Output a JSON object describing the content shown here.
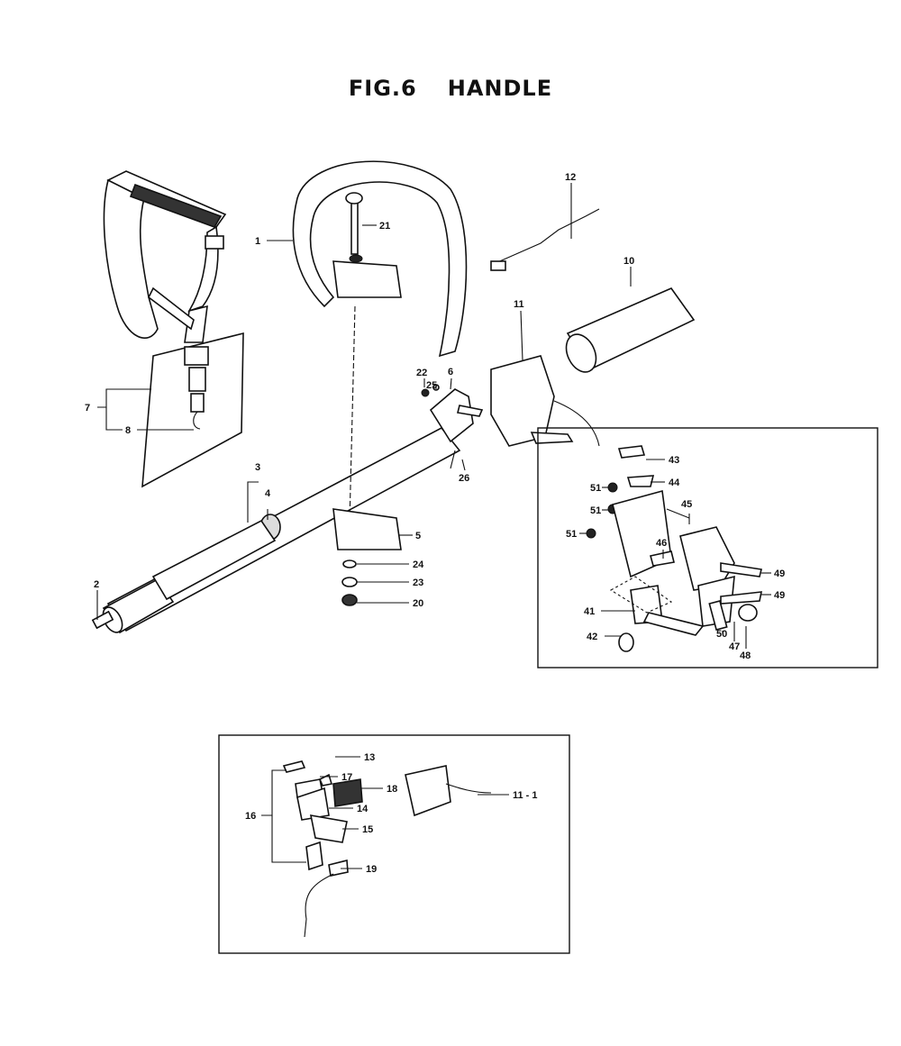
{
  "title": {
    "fig": "FIG.6",
    "name": "HANDLE"
  },
  "labels": {
    "l1": "1",
    "l2": "2",
    "l3": "3",
    "l4": "4",
    "l5": "5",
    "l6": "6",
    "l7": "7",
    "l8": "8",
    "l10": "10",
    "l11": "11",
    "l12": "12",
    "l13": "13",
    "l14": "14",
    "l15": "15",
    "l16": "16",
    "l17": "17",
    "l18": "18",
    "l19": "19",
    "l20": "20",
    "l21": "21",
    "l22": "22",
    "l23": "23",
    "l24": "24",
    "l25": "25",
    "l26": "26",
    "l41": "41",
    "l42": "42",
    "l43": "43",
    "l44": "44",
    "l45": "45",
    "l46": "46",
    "l47": "47",
    "l48": "48",
    "l49a": "49",
    "l49b": "49",
    "l50": "50",
    "l51a": "51",
    "l51b": "51",
    "l51c": "51",
    "l11_1": "11 - 1"
  }
}
